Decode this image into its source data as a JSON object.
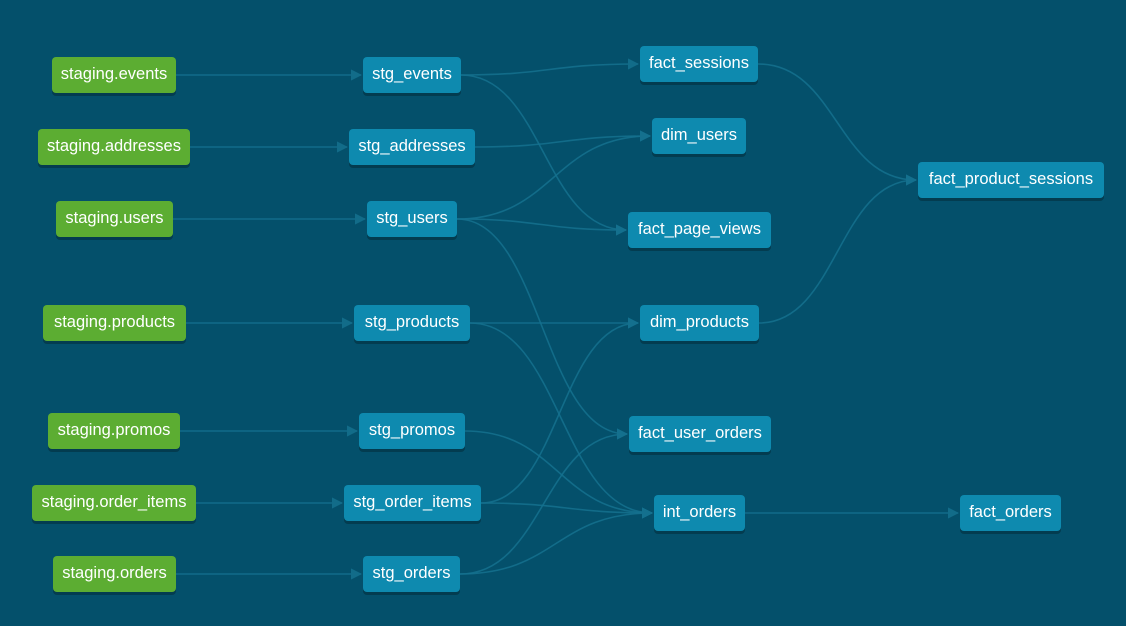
{
  "colors": {
    "background": "#04506b",
    "source_node": "#5cad32",
    "model_node": "#0e8aaf",
    "edge": "#15718f"
  },
  "nodes": {
    "staging_events": {
      "label": "staging.events",
      "kind": "source"
    },
    "staging_addresses": {
      "label": "staging.addresses",
      "kind": "source"
    },
    "staging_users": {
      "label": "staging.users",
      "kind": "source"
    },
    "staging_products": {
      "label": "staging.products",
      "kind": "source"
    },
    "staging_promos": {
      "label": "staging.promos",
      "kind": "source"
    },
    "staging_order_items": {
      "label": "staging.order_items",
      "kind": "source"
    },
    "staging_orders": {
      "label": "staging.orders",
      "kind": "source"
    },
    "stg_events": {
      "label": "stg_events",
      "kind": "model"
    },
    "stg_addresses": {
      "label": "stg_addresses",
      "kind": "model"
    },
    "stg_users": {
      "label": "stg_users",
      "kind": "model"
    },
    "stg_products": {
      "label": "stg_products",
      "kind": "model"
    },
    "stg_promos": {
      "label": "stg_promos",
      "kind": "model"
    },
    "stg_order_items": {
      "label": "stg_order_items",
      "kind": "model"
    },
    "stg_orders": {
      "label": "stg_orders",
      "kind": "model"
    },
    "fact_sessions": {
      "label": "fact_sessions",
      "kind": "model"
    },
    "dim_users": {
      "label": "dim_users",
      "kind": "model"
    },
    "fact_page_views": {
      "label": "fact_page_views",
      "kind": "model"
    },
    "dim_products": {
      "label": "dim_products",
      "kind": "model"
    },
    "fact_user_orders": {
      "label": "fact_user_orders",
      "kind": "model"
    },
    "int_orders": {
      "label": "int_orders",
      "kind": "model"
    },
    "fact_product_sessions": {
      "label": "fact_product_sessions",
      "kind": "model"
    },
    "fact_orders": {
      "label": "fact_orders",
      "kind": "model"
    }
  },
  "edges": [
    [
      "staging_events",
      "stg_events"
    ],
    [
      "staging_addresses",
      "stg_addresses"
    ],
    [
      "staging_users",
      "stg_users"
    ],
    [
      "staging_products",
      "stg_products"
    ],
    [
      "staging_promos",
      "stg_promos"
    ],
    [
      "staging_order_items",
      "stg_order_items"
    ],
    [
      "staging_orders",
      "stg_orders"
    ],
    [
      "stg_events",
      "fact_sessions"
    ],
    [
      "stg_events",
      "fact_page_views"
    ],
    [
      "stg_addresses",
      "dim_users"
    ],
    [
      "stg_users",
      "dim_users"
    ],
    [
      "stg_users",
      "fact_page_views"
    ],
    [
      "stg_users",
      "fact_user_orders"
    ],
    [
      "stg_products",
      "dim_products"
    ],
    [
      "stg_products",
      "int_orders"
    ],
    [
      "stg_promos",
      "int_orders"
    ],
    [
      "stg_order_items",
      "dim_products"
    ],
    [
      "stg_order_items",
      "int_orders"
    ],
    [
      "stg_orders",
      "fact_user_orders"
    ],
    [
      "stg_orders",
      "int_orders"
    ],
    [
      "fact_sessions",
      "fact_product_sessions"
    ],
    [
      "dim_products",
      "fact_product_sessions"
    ],
    [
      "int_orders",
      "fact_orders"
    ]
  ]
}
